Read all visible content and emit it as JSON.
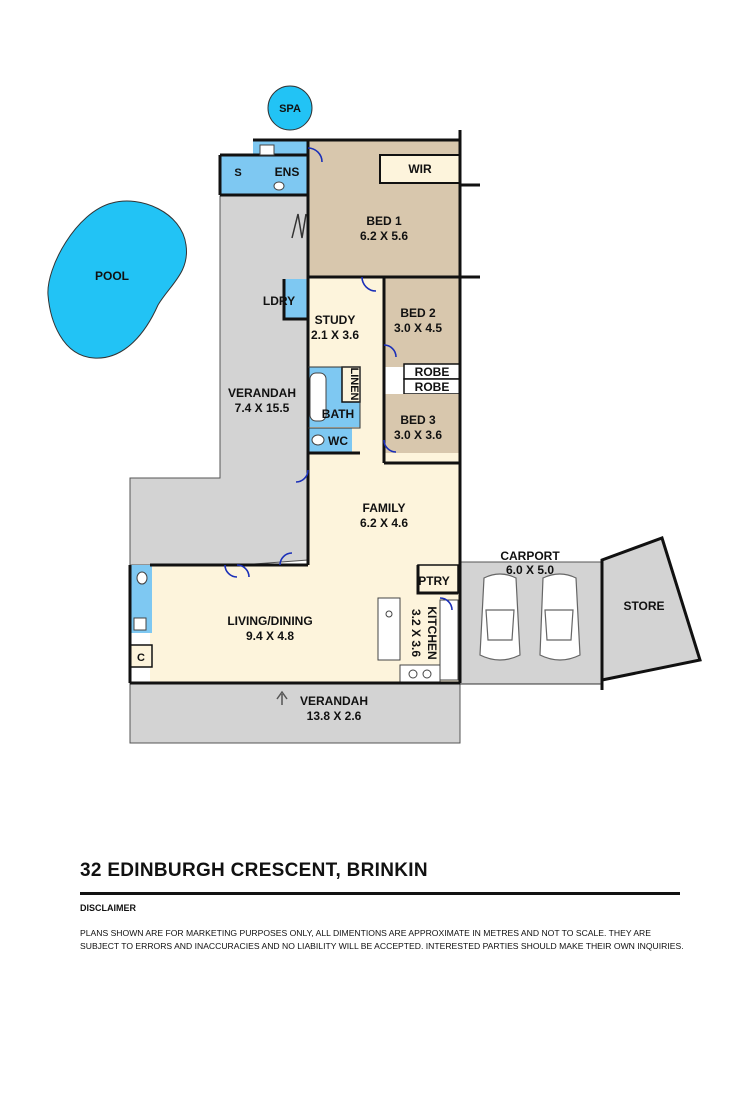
{
  "floorplan": {
    "rooms": {
      "spa": {
        "name": "SPA"
      },
      "pool": {
        "name": "POOL"
      },
      "shower": {
        "name": "S"
      },
      "ensuite": {
        "name": "ENS"
      },
      "wir": {
        "name": "WIR"
      },
      "bed1": {
        "name": "BED 1",
        "size": "6.2 X 5.6"
      },
      "laundry": {
        "name": "LDRY"
      },
      "study": {
        "name": "STUDY",
        "size": "2.1 X 3.6"
      },
      "bed2": {
        "name": "BED 2",
        "size": "3.0 X 4.5"
      },
      "robe_upper": {
        "name": "ROBE"
      },
      "robe_lower": {
        "name": "ROBE"
      },
      "linen": {
        "name": "LINEN"
      },
      "bath": {
        "name": "BATH"
      },
      "wc": {
        "name": "WC"
      },
      "bed3": {
        "name": "BED 3",
        "size": "3.0 X 3.6"
      },
      "verandah_side": {
        "name": "VERANDAH",
        "size": "7.4 X 15.5"
      },
      "family": {
        "name": "FAMILY",
        "size": "6.2 X 4.6"
      },
      "pantry": {
        "name": "PTRY"
      },
      "kitchen": {
        "name": "KITCHEN",
        "size": "3.2 X 3.6"
      },
      "living_dining": {
        "name": "LIVING/DINING",
        "size": "9.4 X 4.8"
      },
      "closet": {
        "name": "C"
      },
      "verandah_front": {
        "name": "VERANDAH",
        "size": "13.8 X 2.6"
      },
      "carport": {
        "name": "CARPORT",
        "size": "6.0 X 5.0"
      },
      "store": {
        "name": "STORE"
      }
    },
    "colors": {
      "living": "#fdf4dc",
      "bedroom": "#d8c7ad",
      "wet_area": "#7ec8f2",
      "outdoor": "#d3d3d3",
      "water": "#22c3f5",
      "wall": "#111111",
      "door": "#1a2fb8"
    }
  },
  "footer": {
    "address": "32 EDINBURGH CRESCENT, BRINKIN",
    "disclaimer_heading": "DISCLAIMER",
    "disclaimer_text": "PLANS SHOWN ARE FOR MARKETING PURPOSES ONLY, ALL DIMENTIONS ARE APPROXIMATE IN METRES AND NOT TO SCALE. THEY ARE SUBJECT TO ERRORS AND INACCURACIES AND NO LIABILITY WILL BE ACCEPTED. INTERESTED PARTIES SHOULD MAKE THEIR OWN INQUIRIES."
  }
}
